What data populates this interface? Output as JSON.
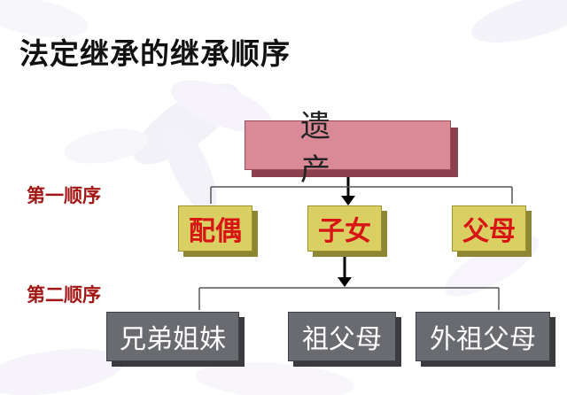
{
  "title": "法定继承的继承顺序",
  "estate": "遗产",
  "first_order": {
    "label": "第一顺序",
    "heirs": [
      "配偶",
      "子女",
      "父母"
    ]
  },
  "second_order": {
    "label": "第二顺序",
    "heirs": [
      "兄弟姐妹",
      "祖父母",
      "外祖父母"
    ]
  },
  "colors": {
    "estate_box": "#d98a96",
    "first_order_box": "#d9cf63",
    "first_order_text": "#d81515",
    "second_order_box": "#696b70",
    "order_label": "#a31616"
  }
}
